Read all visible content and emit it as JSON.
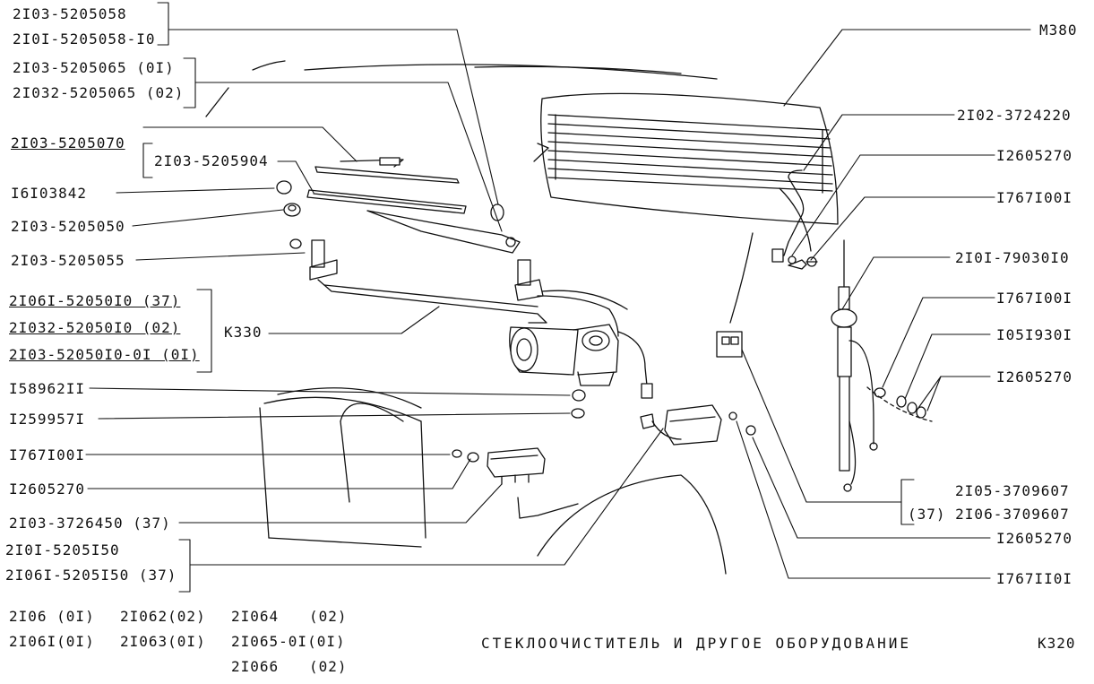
{
  "labels": {
    "l1": "2I03-5205058",
    "l2": "2I0I-5205058-I0",
    "l3": "2I03-5205065  (0I)",
    "l4": "2I032-5205065 (02)",
    "l5": "2I03-5205070",
    "l6": "2I03-5205904",
    "l7": "I6I03842",
    "l8": "2I03-5205050",
    "l9": "2I03-5205055",
    "l10": "2I06I-52050I0 (37)",
    "l11": "2I032-52050I0 (02)",
    "l12": "2I03-52050I0-0I (0I)",
    "l13": "K330",
    "l14": "I58962II",
    "l15": "I259957I",
    "l16": "I767I00I",
    "l17": "I2605270",
    "l18": "2I03-3726450 (37)",
    "l19": "2I0I-5205I50",
    "l20": "2I06I-5205I50 (37)",
    "r1": "M380",
    "r2": "2I02-3724220",
    "r3": "I2605270",
    "r4": "I767I00I",
    "r5": "2I0I-79030I0",
    "r6": "I767I00I",
    "r7": "I05I930I",
    "r8": "I2605270",
    "r9": "2I05-3709607",
    "r10": "(37) 2I06-3709607",
    "r11": "I2605270",
    "r12": "I767II0I"
  },
  "models": {
    "m1": "2I06 (0I)",
    "m2": "2I062(02)",
    "m3": "2I064",
    "m4": "(02)",
    "m5": "2I06I(0I)",
    "m6": "2I063(0I)",
    "m7": "2I065-0I(0I)",
    "m8": "2I066",
    "m9": "(02)"
  },
  "footer": {
    "title": "СТЕКЛООЧИСТИТЕЛЬ  И  ДРУГОЕ  ОБОРУДОВАНИЕ",
    "page": "K320"
  },
  "colors": {
    "ink": "#111111",
    "paper": "#ffffff"
  }
}
